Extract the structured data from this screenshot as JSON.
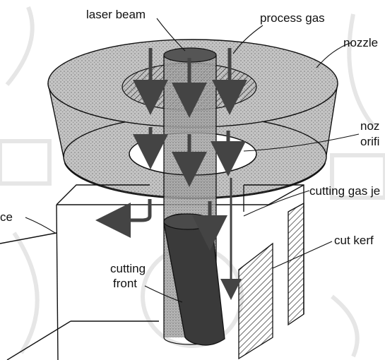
{
  "labels": {
    "laser_beam": "laser beam",
    "process_gas": "process gas",
    "nozzle": "nozzle",
    "nozzle_orifice_line1": "noz",
    "nozzle_orifice_line2": "orifi",
    "cutting_gas_jet": "cutting gas je",
    "workpiece": "ce",
    "cut_kerf": "cut kerf",
    "cutting_front_line1": "cutting",
    "cutting_front_line2": "front"
  },
  "colors": {
    "ink": "#111111",
    "beam_fill": "#9a9a9a",
    "beam_top": "#555555",
    "nozzle_fill": "#b5b5b5",
    "cutting_front": "#3a3a3a",
    "arrow": "#444444",
    "watermark": "#e6e6e6"
  }
}
